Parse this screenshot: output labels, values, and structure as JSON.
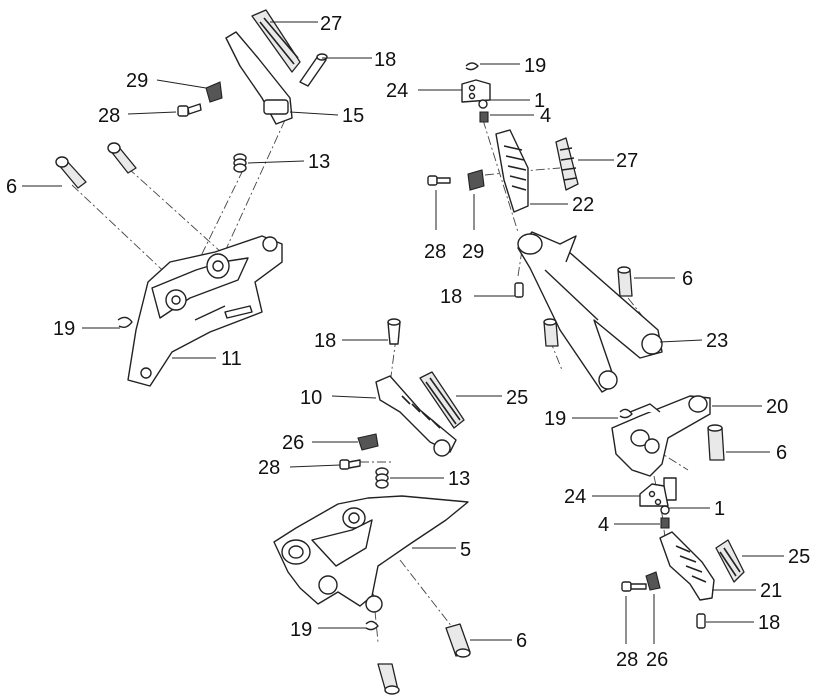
{
  "callouts": {
    "c27a": "27",
    "c18a": "18",
    "c29a": "29",
    "c28a": "28",
    "c15": "15",
    "c13a": "13",
    "c6a": "6",
    "c19a": "19",
    "c11": "11",
    "c19b": "19",
    "c24a": "24",
    "c1a": "1",
    "c4a": "4",
    "c27b": "27",
    "c22": "22",
    "c28b": "28",
    "c29b": "29",
    "c18b": "18",
    "c6b": "6",
    "c23": "23",
    "c18c": "18",
    "c10": "10",
    "c25a": "25",
    "c26a": "26",
    "c28c": "28",
    "c13b": "13",
    "c5": "5",
    "c19c": "19",
    "c6c": "6",
    "c19d": "19",
    "c20": "20",
    "c6d": "6",
    "c24b": "24",
    "c1b": "1",
    "c4b": "4",
    "c25b": "25",
    "c21": "21",
    "c18d": "18",
    "c28d": "28",
    "c26b": "26"
  }
}
